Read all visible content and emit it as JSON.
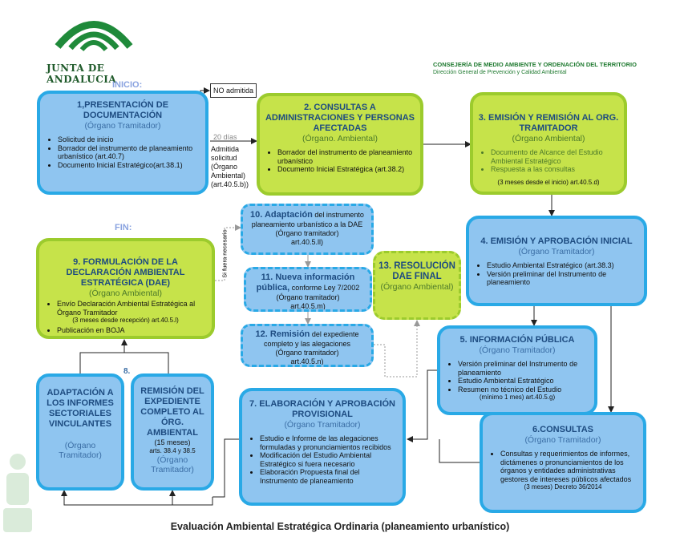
{
  "header": {
    "logo_text": "JUNTA DE ANDALUCIA",
    "ministry": "CONSEJERÍA DE MEDIO AMBIENTE Y ORDENACIÓN DEL TERRITORIO",
    "directorate": "Dirección General de Prevención y Calidad Ambiental"
  },
  "markers": {
    "start": "INICIO:",
    "end": "FIN:",
    "step8": "8."
  },
  "labels": {
    "no_admitida": "NO admitida",
    "veinte_dias": "20 días",
    "admitida": "Admitida solicitud (Órgano Ambiental) (art.40.5.b))",
    "si_fuera": "Si fuera necesario"
  },
  "boxes": {
    "b1": {
      "title": "1,PRESENTACIÓN DE DOCUMENTACIÓN",
      "org": "(Órgano Tramitador)",
      "items": [
        "Solicitud de inicio",
        "Borrador del instrumento de planeamiento urbanístico (art.40.7)",
        "Documento Inicial Estratégico(art.38.1)"
      ]
    },
    "b2": {
      "title": "2. CONSULTAS A ADMINISTRACIONES Y PERSONAS AFECTADAS",
      "org": "(Órgano. Ambiental)",
      "items": [
        "Borrador del instrumento de planeamiento urbanístico",
        "Documento Inicial Estratégica (art.38.2)"
      ]
    },
    "b3": {
      "title": "3. EMISIÓN Y REMISIÓN AL ORG. TRAMITADOR",
      "org": "(Órgano Ambiental)",
      "items": [
        "Documento de Alcance del Estudio Ambiental Estratégico",
        "Respuesta a las consultas"
      ],
      "note": "(3 meses desde el inicio) art.40.5.d)"
    },
    "b4": {
      "title": "4. EMISIÓN Y APROBACIÓN INICIAL",
      "org": "(Órgano Tramitador)",
      "items": [
        "Estudio Ambiental Estratégico (art.38.3)",
        "Versión preliminar del Instrumento de planeamiento"
      ]
    },
    "b5": {
      "title": "5. INFORMACIÓN PÚBLICA",
      "org": "(Órgano Tramitador)",
      "items": [
        "Versión preliminar del Instrumento de planeamiento",
        "Estudio Ambiental Estratégico",
        "Resumen no técnico del Estudio"
      ],
      "note": "(mínimo 1 mes) art.40.5.g)"
    },
    "b6": {
      "title": "6.CONSULTAS",
      "org": "(Órgano Tramitador)",
      "items": [
        "Consultas y requerimientos de informes, dictámenes o pronunciamientos de los órganos y entidades administrativas gestores de intereses públicos afectados"
      ],
      "note": "(3 meses)  Decreto 36/2014"
    },
    "b7": {
      "title": "7. ELABORACIÓN Y APROBACIÓN PROVISIONAL",
      "org": "(Órgano Tramitador)",
      "items": [
        "Estudio e Informe de las alegaciones formuladas y pronunciamientos recibidos",
        "Modificación del Estudio Ambiental Estratégico si fuera necesario",
        "Elaboración Propuesta final del Instrumento de planeamiento"
      ]
    },
    "b8a": {
      "title": "ADAPTACIÓN A LOS INFORMES SECTORIALES VINCULANTES",
      "org": "(Órgano Tramitador)"
    },
    "b8b": {
      "title": "REMISIÓN DEL EXPEDIENTE COMPLETO AL ÓRG. AMBIENTAL",
      "note1": "(15 meses)",
      "note2": "arts. 38.4 y 38.5",
      "org": "(Órgano Tramitador)"
    },
    "b9": {
      "title": "9. FORMULACIÓN DE LA DECLARACIÓN AMBIENTAL ESTRATÉGICA (DAE)",
      "org": "(Órgano Ambiental)",
      "items": [
        "Envío Declaración Ambiental Estratégica al Órgano Tramitador",
        "Publicación en BOJA"
      ],
      "note": "(3 meses desde recepción) art.40.5.l)"
    },
    "b10": {
      "title": "10. Adaptación",
      "text": "del instrumento planeamiento urbanístico a la DAE",
      "org": "(Órgano tramitador)",
      "art": "art.40.5.ll)"
    },
    "b11": {
      "title": "11. Nueva información pública,",
      "text": "conforme Ley 7/2002",
      "org": "(Órgano tramitador)",
      "art": "art.40.5.m)"
    },
    "b12": {
      "title": "12. Remisión",
      "text": "del expediente completo y las alegaciones",
      "org": "(Órgano tramitador)",
      "art": "art.40.5.n)"
    },
    "b13": {
      "title": "13. RESOLUCIÓN DAE FINAL",
      "org": "(Órgano Ambiental)"
    }
  },
  "footer": {
    "caption": "Evaluación Ambiental Estratégica Ordinaria (planeamiento urbanístico)"
  },
  "colors": {
    "blue_fill": "#8fc5f0",
    "blue_border": "#29a9e6",
    "green_fill": "#c6e34a",
    "green_border": "#9ccb2d",
    "logo_green": "#1f8a3a"
  }
}
